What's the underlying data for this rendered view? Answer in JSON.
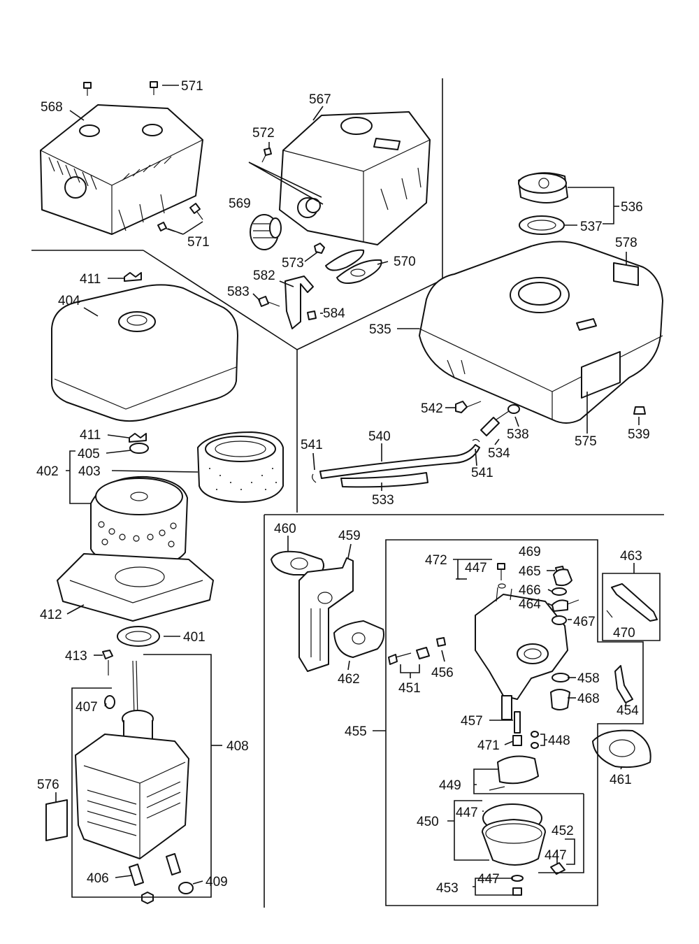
{
  "diagram": {
    "labels": {
      "p571a": "571",
      "p568": "568",
      "p571b": "571",
      "p567": "567",
      "p572": "572",
      "p569": "569",
      "p573": "573",
      "p570": "570",
      "p582": "582",
      "p583": "583",
      "p584": "584",
      "p536": "536",
      "p537": "537",
      "p578": "578",
      "p535": "535",
      "p542": "542",
      "p538": "538",
      "p575": "575",
      "p539": "539",
      "p534": "534",
      "p541a": "541",
      "p540": "540",
      "p541b": "541",
      "p533": "533",
      "p411a": "411",
      "p404": "404",
      "p411b": "411",
      "p405": "405",
      "p402": "402",
      "p403": "403",
      "p412": "412",
      "p401": "401",
      "p413": "413",
      "p407": "407",
      "p408": "408",
      "p576": "576",
      "p406": "406",
      "p409": "409",
      "p460": "460",
      "p459": "459",
      "p472": "472",
      "p447a": "447",
      "p469": "469",
      "p465": "465",
      "p466": "466",
      "p464": "464",
      "p467": "467",
      "p463": "463",
      "p470": "470",
      "p462": "462",
      "p451": "451",
      "p456": "456",
      "p458": "458",
      "p468": "468",
      "p454": "454",
      "p455": "455",
      "p457": "457",
      "p471": "471",
      "p448": "448",
      "p461": "461",
      "p449": "449",
      "p450": "450",
      "p447b": "447",
      "p452": "452",
      "p447c": "447",
      "p453": "453",
      "p447d": "447"
    }
  }
}
